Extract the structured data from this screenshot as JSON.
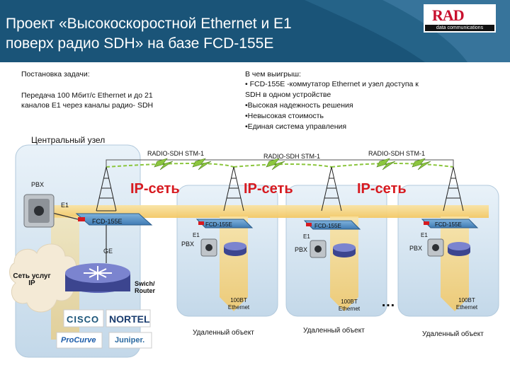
{
  "title": {
    "line1": "Проект «Высокоскоростной Ethernet  и E1",
    "line2": "поверх радио SDH» на базе FCD-155E"
  },
  "logo": {
    "mark": "RAD",
    "sub": "data communications"
  },
  "task": {
    "heading": "Постановка задачи:",
    "body_line1": "Передача 100 Мбит/с Ethernet и до 21",
    "body_line2": "каналов E1 через каналы радио- SDH"
  },
  "benefits": {
    "heading": "В чем выигрыш:",
    "items": [
      "• FCD-155E -коммутатор Ethernet и узел доступа к",
      "SDH в одном устройстве",
      "•Высокая надежность решения",
      "•Невысокая стоимость",
      "•Единая система управления"
    ]
  },
  "central_node": "Центральный узел",
  "radio_links": [
    "RADIO-SDH STM-1",
    "RADIO-SDH STM-1",
    "RADIO-SDH STM-1"
  ],
  "ip_network": "IP-сеть",
  "central": {
    "pbx": "PBX",
    "e1": "E1",
    "fcd": "FCD-155E",
    "ge": "GE",
    "services": "Сеть услуг\nIP",
    "switch_router": "Swich/\nRouter"
  },
  "remote": [
    {
      "fcd": "FCD-155E",
      "e1": "E1",
      "pbx": "PBX",
      "eth": "100BT\nEthernet",
      "label": "Удаленный объект"
    },
    {
      "fcd": "FCD-155E",
      "e1": "E1",
      "pbx": "PBX",
      "eth": "100BT\nEthernet",
      "label": "Удаленный объект"
    },
    {
      "fcd": "FCD-155E",
      "e1": "E1",
      "pbx": "PBX",
      "eth": "100BT\nEthernet",
      "label": "Удаленный объект"
    }
  ],
  "ellipsis": "…",
  "vendors": [
    "CISCO",
    "NORTEL",
    "ProCurve",
    "Juniper."
  ],
  "colors": {
    "header": "#1a5478",
    "accent_red": "#d71a20",
    "ip_band": "#f5d37a",
    "site_panel": "#d6e6f2",
    "link_green": "#8cc63f"
  }
}
